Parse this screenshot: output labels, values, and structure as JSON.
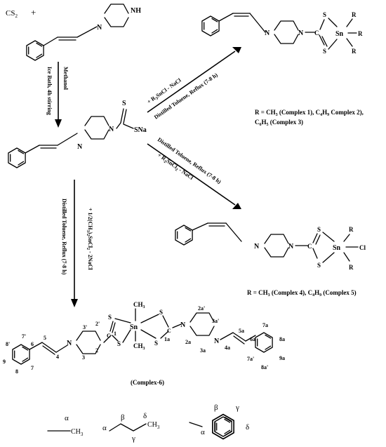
{
  "reagents": {
    "cs2": "CS",
    "cs2_sub": "2",
    "plus": "+"
  },
  "step1": {
    "line1": "Methanol",
    "line2": "Ice Bath, 4h stirring"
  },
  "atoms": {
    "N": "N",
    "NH": "NH",
    "S": "S",
    "SNa": "SNa",
    "C": "C",
    "Sn": "Sn",
    "R": "R",
    "Cl": "Cl",
    "CH3": "CH",
    "CH3_sub": "3"
  },
  "route_top": {
    "line1_a": "+ R",
    "line1_b": "SnCl - NaCl",
    "line2": "Distilled Toluene, Reflux (7-8 h)",
    "sub3": "3"
  },
  "label_top": {
    "line1_a": "R = CH",
    "line1_b": " (Complex 1), C",
    "line1_c": "H",
    "line1_d": " Complex 2),",
    "line2_a": "C",
    "line2_b": "H",
    "line2_c": " (Complex 3)",
    "sub3": "3",
    "sub4": "4",
    "sub9": "9",
    "sub6": "6",
    "sub5": "5"
  },
  "route_mid": {
    "line1": "Distilled Toluene, Reflux (7-8 h)",
    "line2_a": "+ R",
    "line2_b": "SnCl",
    "line2_c": " - NaCl",
    "sub2": "2"
  },
  "label_mid": {
    "a": "R = CH",
    "b": " (Complex 4), C",
    "c": "H",
    "d": " (Complex 5)",
    "sub3": "3",
    "sub4": "4",
    "sub9": "9"
  },
  "route_down": {
    "line1_a": "+ 1/2(CH",
    "line1_b": ")",
    "line1_c": "SnCl",
    "line1_d": " - 2NaCl",
    "line2": "Distilled Toluene, Reflux (7-8 h)",
    "sub3": "3",
    "sub2a": "2",
    "sub2b": "2"
  },
  "complex6": {
    "name": "(Complex-6)",
    "nums_left": [
      "7'",
      "8'",
      "9",
      "8",
      "7",
      "6",
      "5",
      "4",
      "3'",
      "2'",
      "3",
      "2",
      "1"
    ],
    "nums_right": [
      "1a",
      "2a'",
      "3a'",
      "2a",
      "3a",
      "4a",
      "5a",
      "6a",
      "7a",
      "8a",
      "9a",
      "7a'",
      "8a'"
    ]
  },
  "legend": {
    "alpha": "α",
    "beta": "β",
    "gamma": "γ",
    "delta": "δ"
  }
}
